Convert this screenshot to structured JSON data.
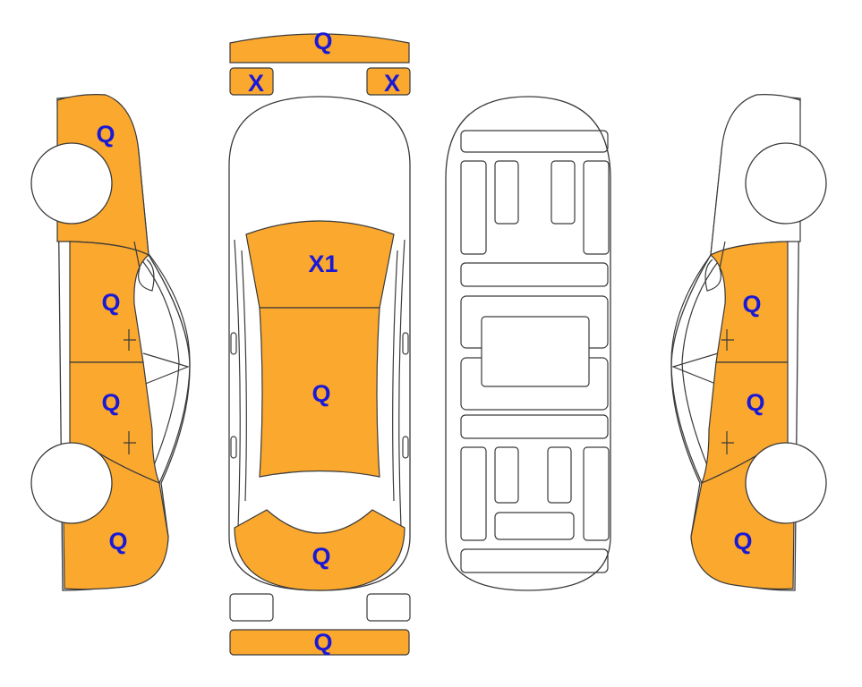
{
  "colors": {
    "damaged_panel": "#FBA82E",
    "clean_panel": "#FFFFFF",
    "outline": "#3A3A3A",
    "label": "#1A1AD6"
  },
  "panels": {
    "front_bumper": {
      "code": "Q",
      "damaged": true
    },
    "left_headlight": {
      "code": "X",
      "damaged": true
    },
    "right_headlight": {
      "code": "X",
      "damaged": true
    },
    "hood": {
      "code": "",
      "damaged": false
    },
    "windshield": {
      "code": "X1",
      "damaged": true
    },
    "roof": {
      "code": "Q",
      "damaged": true
    },
    "trunk_lid": {
      "code": "Q",
      "damaged": true
    },
    "left_taillight": {
      "code": "",
      "damaged": false
    },
    "right_taillight": {
      "code": "",
      "damaged": false
    },
    "rear_bumper": {
      "code": "Q",
      "damaged": true
    },
    "left_front_fender": {
      "code": "Q",
      "damaged": true
    },
    "left_front_door": {
      "code": "Q",
      "damaged": true
    },
    "left_rear_door": {
      "code": "Q",
      "damaged": true
    },
    "left_rear_quarter": {
      "code": "Q",
      "damaged": true
    },
    "right_front_fender": {
      "code": "",
      "damaged": false
    },
    "right_front_door": {
      "code": "Q",
      "damaged": true
    },
    "right_rear_door": {
      "code": "Q",
      "damaged": true
    },
    "right_rear_quarter": {
      "code": "Q",
      "damaged": true
    }
  }
}
